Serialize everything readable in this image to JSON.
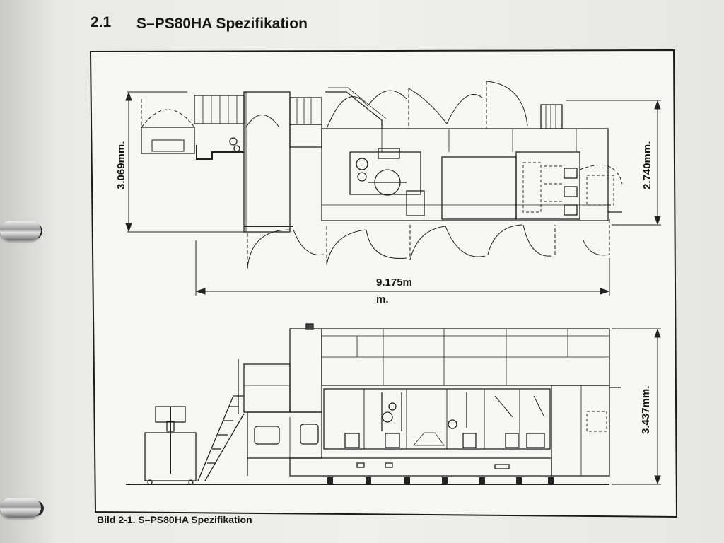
{
  "header": {
    "section_number": "2.1",
    "section_title": "S–PS80HA Spezifikation"
  },
  "dimensions": {
    "plan_height_left": "3.069mm.",
    "plan_height_right": "2.740mm.",
    "plan_length_line1": "9.175m",
    "plan_length_line2": "m.",
    "elevation_height": "3.437mm."
  },
  "caption": {
    "text": "Bild 2-1. S–PS80HA Spezifikation"
  }
}
